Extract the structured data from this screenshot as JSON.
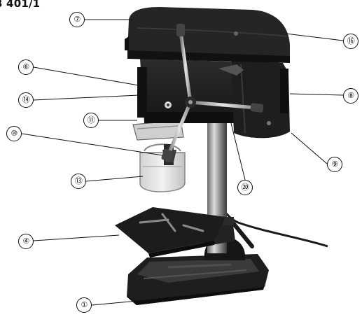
{
  "model": "B 401/1",
  "callouts": [
    {
      "id": "c7",
      "label": "⑦"
    },
    {
      "id": "c16",
      "label": "⑯"
    },
    {
      "id": "c6",
      "label": "⑥"
    },
    {
      "id": "c14",
      "label": "⑭"
    },
    {
      "id": "c8",
      "label": "⑧"
    },
    {
      "id": "c11",
      "label": "⑪"
    },
    {
      "id": "c10",
      "label": "⑩"
    },
    {
      "id": "c9",
      "label": "⑨"
    },
    {
      "id": "c13",
      "label": "⑬"
    },
    {
      "id": "c20",
      "label": "⑳"
    },
    {
      "id": "c4",
      "label": "④"
    },
    {
      "id": "c1",
      "label": "①"
    }
  ]
}
